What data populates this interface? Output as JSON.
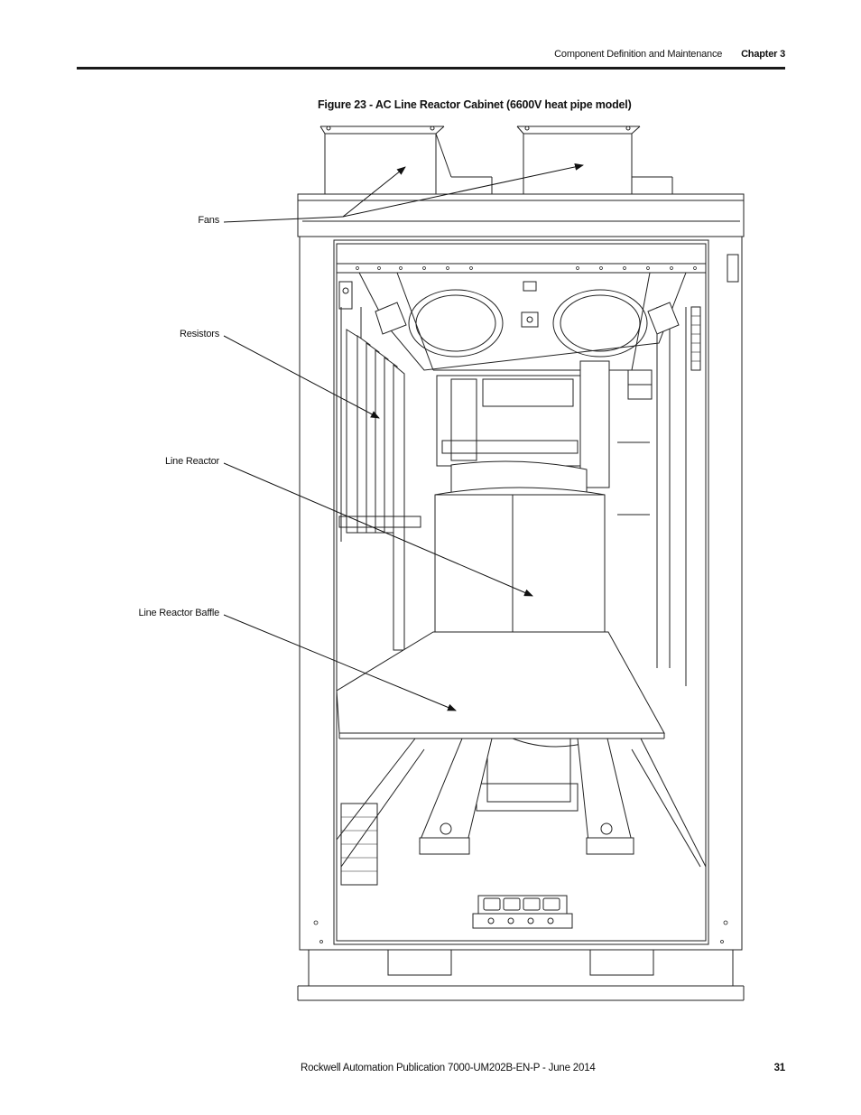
{
  "header": {
    "section_title": "Component Definition and Maintenance",
    "chapter": "Chapter 3"
  },
  "figure": {
    "caption": "Figure 23 - AC Line Reactor Cabinet (6600V heat pipe model)",
    "callouts": {
      "fans": "Fans",
      "resistors": "Resistors",
      "line_reactor": "Line Reactor",
      "line_reactor_baffle": "Line Reactor Baffle"
    }
  },
  "footer": {
    "publication": "Rockwell Automation Publication 7000-UM202B-EN-P - June 2014",
    "page_number": "31"
  }
}
